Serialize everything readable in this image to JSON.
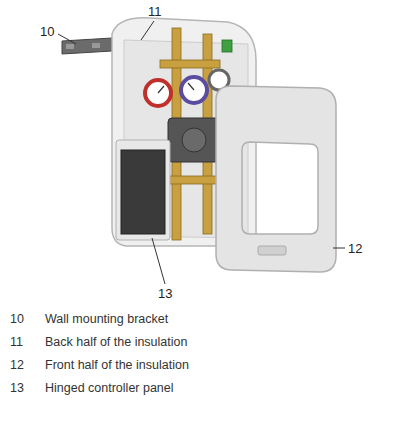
{
  "diagram": {
    "labels": [
      "10",
      "11",
      "12",
      "13",
      "10",
      "Wall mounting bracket",
      "11",
      "Back half of the insulation",
      "12",
      "Front half of the insulation",
      "13",
      "Hinged controller panel"
    ]
  }
}
